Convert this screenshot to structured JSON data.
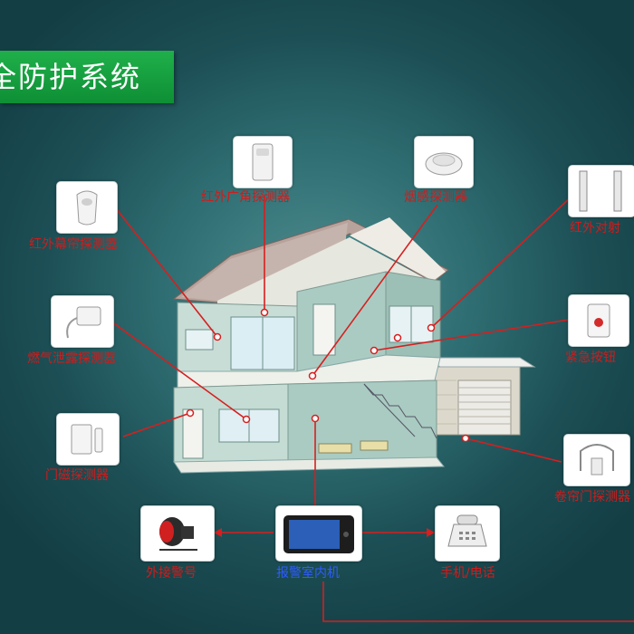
{
  "title": "全防护系统",
  "devices": {
    "pir_wide": {
      "label": "红外广角探测器",
      "icon": "pir-wide-angle-sensor-icon"
    },
    "smoke": {
      "label": "烟感探测器",
      "icon": "smoke-detector-icon"
    },
    "beam": {
      "label": "红外对射",
      "icon": "infrared-beam-icon"
    },
    "curtain": {
      "label": "红外幕帘探测器",
      "icon": "curtain-sensor-icon"
    },
    "gas": {
      "label": "燃气泄露探测器",
      "icon": "gas-leak-detector-icon"
    },
    "panic": {
      "label": "紧急按钮",
      "icon": "panic-button-icon"
    },
    "door": {
      "label": "门磁探测器",
      "icon": "door-contact-icon"
    },
    "rolling": {
      "label": "卷帘门探测器",
      "icon": "rolling-door-sensor-icon"
    },
    "siren": {
      "label": "外接警号",
      "icon": "siren-icon"
    },
    "host": {
      "label": "报警室内机",
      "icon": "alarm-host-icon"
    },
    "phone": {
      "label": "手机/电话",
      "icon": "telephone-icon"
    }
  },
  "colors": {
    "connector": "#d61f1f",
    "title_bg": "#13a043",
    "host_label": "#2f5cff"
  }
}
